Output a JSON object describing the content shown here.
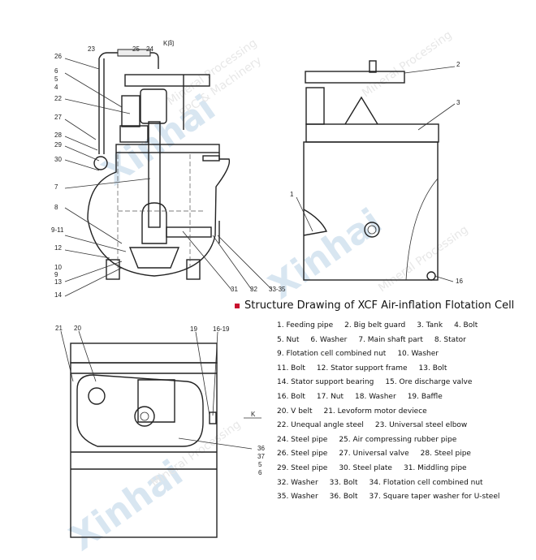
{
  "title": "Structure Drawing of XCF Air-inflation Flotation Cell",
  "accent_color": "#c8102e",
  "watermark": {
    "brand": "Xinhai",
    "line1": "Mineral Processing",
    "line2": "EPC & Machinery"
  },
  "view_labels": {
    "k_direction": "K向",
    "k_arrow": "K"
  },
  "callouts_side": [
    "23",
    "25",
    "24",
    "26",
    "6",
    "5",
    "4",
    "22",
    "27",
    "28",
    "29",
    "30",
    "7",
    "8",
    "9-11",
    "12",
    "10",
    "9",
    "13",
    "14",
    "31",
    "32",
    "33-35"
  ],
  "callouts_front": [
    "2",
    "3",
    "1",
    "16"
  ],
  "callouts_top": [
    "21",
    "20",
    "19",
    "16-19",
    "36",
    "37",
    "5",
    "6"
  ],
  "legend": [
    [
      "1. Feeding pipe",
      "2. Big belt guard",
      "3. Tank",
      "4. Bolt"
    ],
    [
      "5. Nut",
      "6. Washer",
      "7. Main shaft part",
      "8. Stator"
    ],
    [
      "9. Flotation cell combined nut",
      "10. Washer"
    ],
    [
      "11. Bolt",
      "12. Stator support frame",
      "13. Bolt"
    ],
    [
      "14. Stator support bearing",
      "15. Ore discharge valve"
    ],
    [
      "16. Bolt",
      "17. Nut",
      "18. Washer",
      "19. Baffle"
    ],
    [
      "20. V belt",
      "21. Levoform motor deviece"
    ],
    [
      "22. Unequal angle steel",
      "23. Universal steel elbow"
    ],
    [
      "24. Steel pipe",
      "25. Air compressing rubber pipe"
    ],
    [
      "26. Steel pipe",
      "27. Universal valve",
      "28. Steel pipe"
    ],
    [
      "29. Steel pipe",
      "30. Steel plate",
      "31. Middling pipe"
    ],
    [
      "32. Washer",
      "33. Bolt",
      "34. Flotation cell combined nut"
    ],
    [
      "35. Washer",
      "36. Bolt",
      "37. Square taper washer for U-steel"
    ]
  ]
}
